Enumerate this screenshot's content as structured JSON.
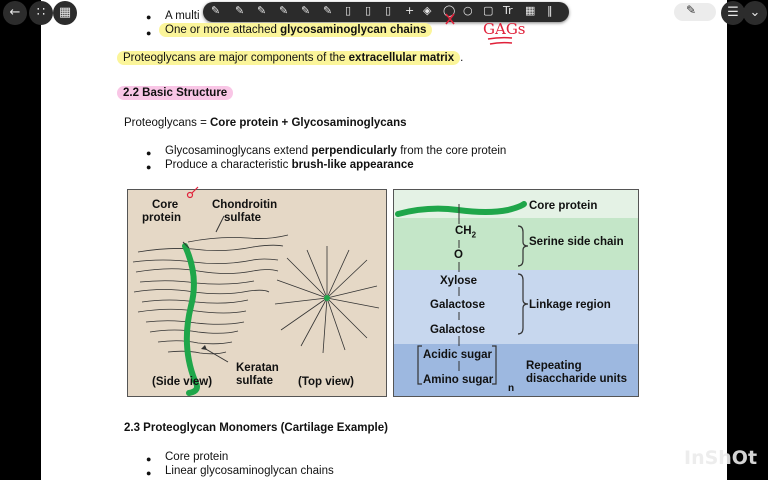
{
  "toolbar": {
    "back_icon": "back-arrow-icon",
    "menu_icon": "grid-menu-icon",
    "image_icon": "image-icon",
    "tools": [
      "pen-icon",
      "pen-icon",
      "pen-icon",
      "pen-icon",
      "pen-icon",
      "pen-icon",
      "highlighter-icon",
      "highlighter-icon",
      "highlighter-icon",
      "highlighter-icon",
      "plus-icon",
      "eraser-icon",
      "lasso-icon",
      "shapes-icon",
      "text-icon",
      "image-icon",
      "more-icon"
    ],
    "text_tool_label": "Tr"
  },
  "annotation": {
    "handwriting": "GAGs",
    "color": "#e0213a"
  },
  "content": {
    "bullet1_prefix": "A multi",
    "bullet2_prefix": "One or more attached ",
    "bullet2_bold": "glycosaminoglycan chains",
    "ecm_prefix": "Proteoglycans are major components of the ",
    "ecm_bold": "extracellular matrix",
    "ecm_suffix": ".",
    "section22": "2.2 Basic Structure",
    "equation_prefix": "Proteoglycans = ",
    "equation_bold": "Core protein + Glycosaminoglycans",
    "b3_prefix": "Glycosaminoglycans extend ",
    "b3_bold": "perpendicularly",
    "b3_suffix": " from the core protein",
    "b4_prefix": "Produce a characteristic ",
    "b4_bold": "brush-like appearance",
    "section23": "2.3 Proteoglycan Monomers (Cartilage Example)",
    "b5": "Core protein",
    "b6": "Linear glycosaminoglycan chains"
  },
  "figure_left": {
    "core_protein_1": "Core",
    "core_protein_2": "protein",
    "chondroitin_1": "Chondroitin",
    "chondroitin_2": "sulfate",
    "keratan_1": "Keratan",
    "keratan_2": "sulfate",
    "side_view": "(Side view)",
    "top_view": "(Top view)"
  },
  "figure_right": {
    "core_protein": "Core protein",
    "ch2": "CH",
    "ch2_sub": "2",
    "o": "O",
    "serine": "Serine side chain",
    "xylose": "Xylose",
    "galactose1": "Galactose",
    "galactose2": "Galactose",
    "linkage": "Linkage region",
    "acidic": "Acidic sugar",
    "amino": "Amino sugar",
    "n": "n",
    "repeating1": "Repeating",
    "repeating2": "disaccharide units"
  },
  "watermark": "InShOt",
  "colors": {
    "highlight_yellow": "#fbf59a",
    "highlight_pink": "#f9c6e6",
    "core_green": "#1fa64a",
    "band_green": "#c4e6c8",
    "band_light_blue": "#c7d7ee",
    "band_blue": "#9db8e0",
    "figure_beige": "#e5d8c6"
  }
}
